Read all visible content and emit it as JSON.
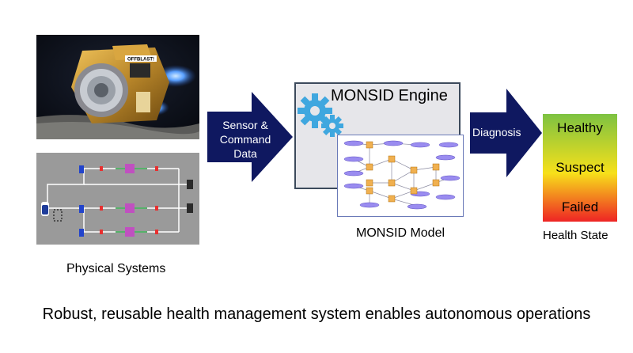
{
  "physical_systems": {
    "label": "Physical Systems",
    "spacecraft_tag": "OFFBLAST!"
  },
  "input_arrow": {
    "lines": [
      "Sensor &",
      "Command",
      "Data"
    ]
  },
  "engine": {
    "title": "MONSID Engine"
  },
  "model": {
    "label": "MONSID Model"
  },
  "output_arrow": {
    "label": "Diagnosis"
  },
  "health_state": {
    "levels": [
      "Healthy",
      "Suspect",
      "Failed"
    ],
    "label": "Health State",
    "colors": {
      "healthy": "#7dc242",
      "suspect": "#f7e01a",
      "failed": "#ee2424"
    }
  },
  "caption": "Robust, reusable health management system enables autonomous operations",
  "colors": {
    "arrow": "#0f1860",
    "gear": "#3fa7df",
    "engine_fill": "#e6e6ea",
    "engine_border": "#3c4a5c"
  }
}
